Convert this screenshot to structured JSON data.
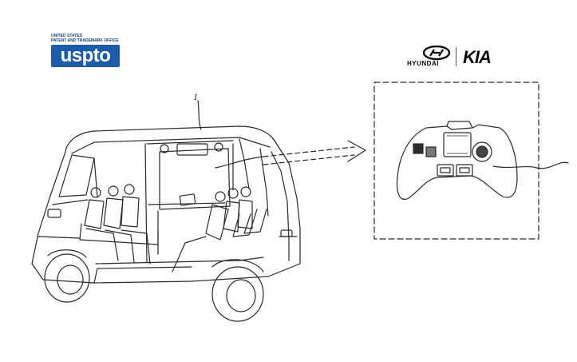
{
  "header": {
    "uspto": {
      "small_text": "UNITED STATES\nPATENT AND TRADEMARK OFFICE",
      "badge_text": "uspto",
      "badge_color": "#1d5ca8"
    },
    "brand": {
      "left_name": "HYUNDAI",
      "right_name": "KIA"
    }
  },
  "figure": {
    "reference_numeral": "1",
    "icons": [
      "hyundai-logo-icon",
      "vehicle-icon",
      "passenger-icon",
      "game-controller-icon",
      "arrow-icon"
    ]
  }
}
